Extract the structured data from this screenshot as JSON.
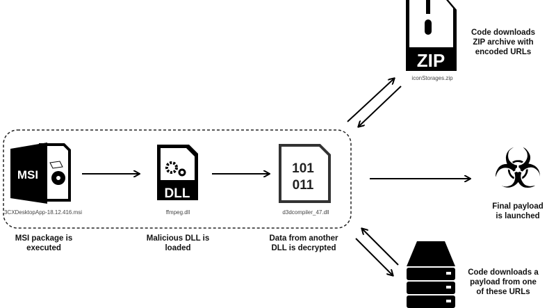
{
  "nodes": {
    "msi": {
      "icon": "msi-file-icon",
      "icon_text": "MSI",
      "filename": "3CXDesktopApp-18.12.416.msi",
      "label": [
        "MSI package is",
        "executed"
      ]
    },
    "dll": {
      "icon": "dll-file-icon",
      "icon_text": "DLL",
      "filename": "ffmpeg.dll",
      "label": [
        "Malicious DLL is",
        "loaded"
      ]
    },
    "bin": {
      "icon": "binary-file-icon",
      "icon_text": [
        "101",
        "011"
      ],
      "filename": "d3dcompiler_47.dll",
      "label": [
        "Data from another",
        "DLL is decrypted"
      ]
    },
    "zip": {
      "icon": "zip-file-icon",
      "icon_text": "ZIP",
      "filename": "iconStorages.zip",
      "label": [
        "Code downloads",
        "ZIP archive with",
        "encoded URLs"
      ]
    },
    "payload": {
      "icon": "biohazard-icon",
      "glyph": "☣",
      "label": [
        "Final payload",
        "is launched"
      ]
    },
    "server": {
      "icon": "server-icon",
      "label": [
        "Code downloads a",
        "payload from one",
        "of these URLs"
      ]
    }
  }
}
